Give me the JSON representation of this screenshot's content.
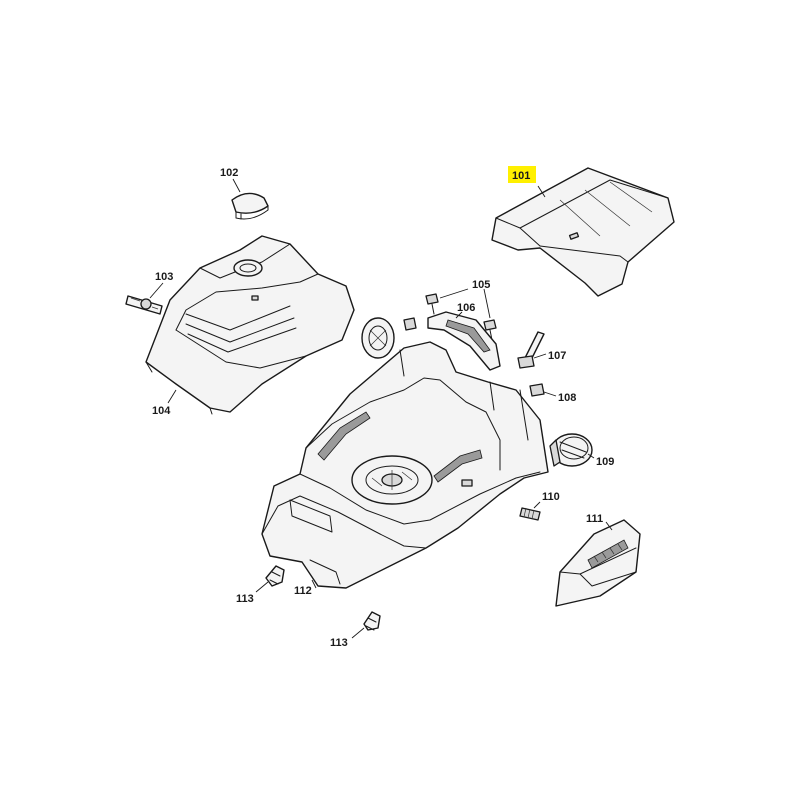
{
  "callouts": {
    "c101": "101",
    "c102": "102",
    "c103": "103",
    "c104": "104",
    "c105": "105",
    "c106": "106",
    "c107": "107",
    "c108": "108",
    "c109": "109",
    "c110": "110",
    "c111": "111",
    "c112": "112",
    "c113a": "113",
    "c113b": "113"
  },
  "highlight_color": "#fff000"
}
